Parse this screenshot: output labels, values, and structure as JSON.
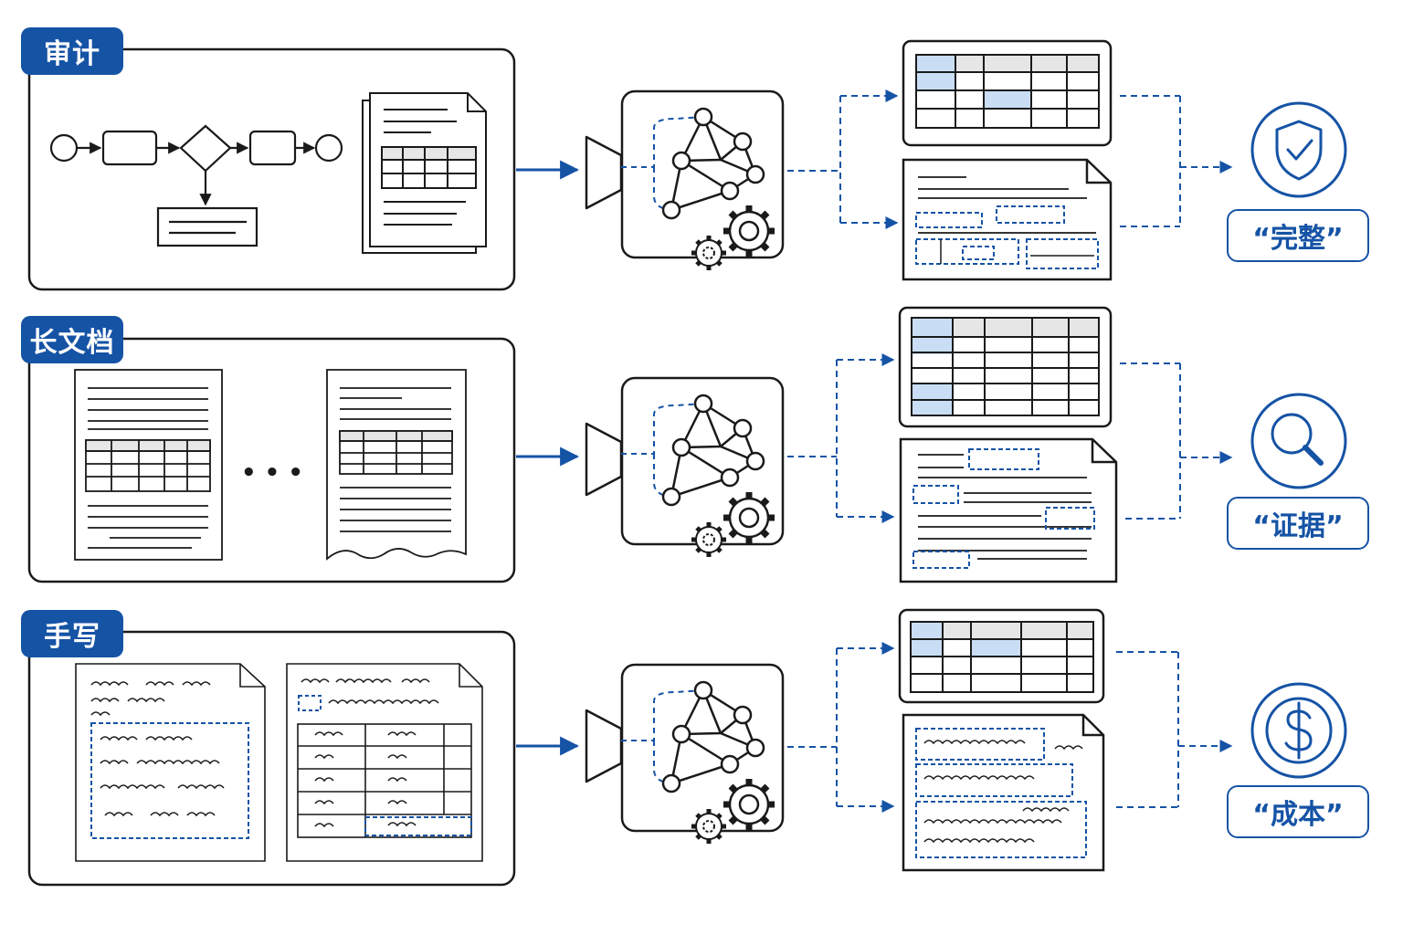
{
  "rows": [
    {
      "category": "审计",
      "outcome": "“完整”",
      "outcome_icon": "shield-check-icon"
    },
    {
      "category": "长文档",
      "outcome": "“证据”",
      "outcome_icon": "magnifier-icon"
    },
    {
      "category": "手写",
      "outcome": "“成本”",
      "outcome_icon": "dollar-icon"
    }
  ],
  "row2_ellipsis": "• • •",
  "colors": {
    "accent": "#1553a5",
    "highlight": "#c9def5",
    "stroke": "#1a1a1a",
    "table_shade": "#e6e6e6"
  }
}
